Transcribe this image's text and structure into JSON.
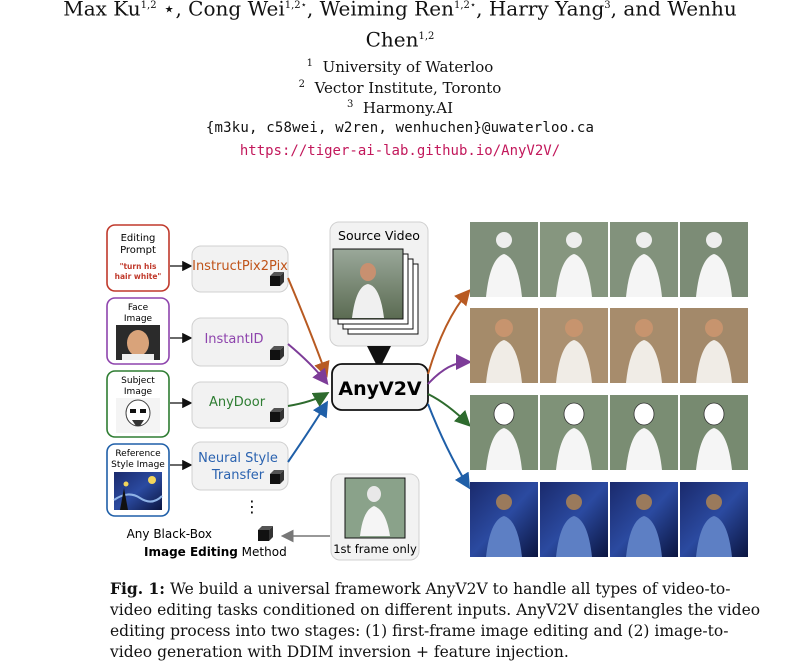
{
  "authors": {
    "line1": "Max Ku",
    "sup1": "1,2",
    "star1": " ⋆",
    "cong": ", Cong Wei",
    "sup2": "1,2⋆",
    "weiming": ", Weiming Ren",
    "sup3": "1,2⋆",
    "harry": ", Harry Yang",
    "sup4": "3",
    "and": ", and Wenhu",
    "line2": "Chen",
    "sup5": "1,2"
  },
  "affiliations": [
    {
      "num": "1",
      "name": "University of Waterloo"
    },
    {
      "num": "2",
      "name": "Vector Institute, Toronto"
    },
    {
      "num": "3",
      "name": "Harmony.AI"
    }
  ],
  "emails": "{m3ku, c58wei, w2ren, wenhuchen}@uwaterloo.ca",
  "url": "https://tiger-ai-lab.github.io/AnyV2V/",
  "figure": {
    "inputs": [
      {
        "label_lines": [
          "Editing",
          "Prompt"
        ],
        "quote_lines": [
          "\"turn his",
          "hair white\""
        ],
        "color": "#c0392b"
      },
      {
        "label_lines": [
          "Face",
          "Image"
        ],
        "color": "#8e44ad"
      },
      {
        "label_lines": [
          "Subject",
          "Image"
        ],
        "color": "#2e7d32"
      },
      {
        "label_lines": [
          "Reference",
          "Style Image"
        ],
        "color": "#1f5fa8"
      }
    ],
    "methods": [
      {
        "lines": [
          "InstructPix2Pix"
        ],
        "color": "#c0541a"
      },
      {
        "lines": [
          "InstantID"
        ],
        "color": "#8e44ad"
      },
      {
        "lines": [
          "AnyDoor"
        ],
        "color": "#2e7d32"
      },
      {
        "lines": [
          "Neural Style",
          "Transfer"
        ],
        "color": "#2b63b0"
      }
    ],
    "ellipsis": "⋮",
    "blackbox_line1": "Any Black-Box",
    "blackbox_bold": "Image Editing",
    "blackbox_tail": " Method",
    "source_video": "Source Video",
    "center_label": "AnyV2V",
    "first_frame": "1st frame only",
    "row_colors": [
      "#c0541a",
      "#8e44ad",
      "#2e7d32",
      "#1f5fa8"
    ]
  },
  "caption": {
    "fig_label": "Fig. 1:",
    "text": " We build a universal framework AnyV2V to handle all types of video-to-video editing tasks conditioned on different inputs. AnyV2V disentangles the video editing process into two stages: (1) first-frame image editing and (2) image-to-video generation with DDIM inversion + feature injection."
  }
}
